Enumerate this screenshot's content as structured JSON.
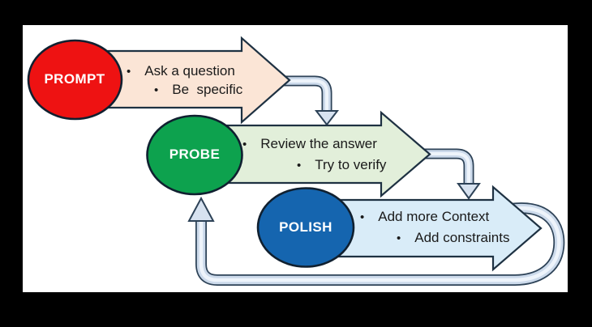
{
  "diagram": {
    "title": "prompt-probe-polish-cycle",
    "stages": [
      {
        "label": "PROMPT",
        "bullets": [
          "Ask a question",
          "Be  specific"
        ],
        "node_color": "#ee1212",
        "arrow_fill": "#fbe5d6"
      },
      {
        "label": "PROBE",
        "bullets": [
          "Review the answer",
          "Try to verify"
        ],
        "node_color": "#0da24e",
        "arrow_fill": "#e2efda"
      },
      {
        "label": "POLISH",
        "bullets": [
          "Add more Context",
          "Add constraints"
        ],
        "node_color": "#1565af",
        "arrow_fill": "#d9ecf8"
      }
    ],
    "connectors": [
      {
        "name": "prompt-to-probe",
        "type": "bent-arrow-down"
      },
      {
        "name": "probe-to-polish",
        "type": "bent-arrow-down"
      },
      {
        "name": "polish-to-probe",
        "type": "u-turn-loop-arrow-up"
      }
    ],
    "colors": {
      "background": "#000000",
      "canvas": "#ffffff",
      "connector_fill": "#ccdaeb",
      "connector_core": "#eef4fb",
      "connector_outline": "#2d4257",
      "block_outline": "#1e3142",
      "text": "#1a1a1a",
      "node_text": "#ffffff"
    }
  },
  "glyphs": {
    "bullet": "•"
  }
}
